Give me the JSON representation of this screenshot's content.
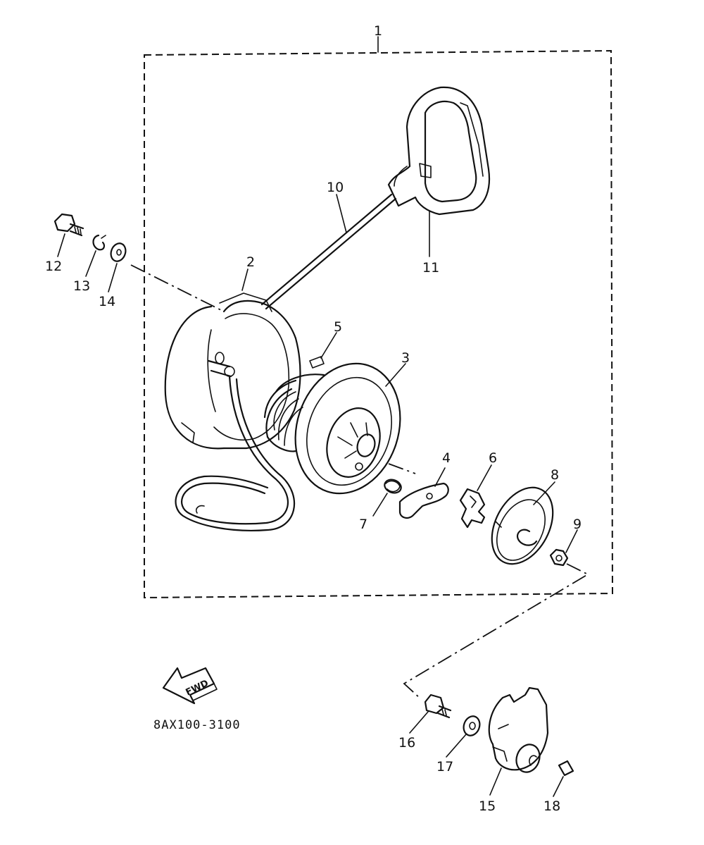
{
  "diagram": {
    "part_number": "8AX100-3100",
    "fwd_label": "FWD",
    "callouts": {
      "c1": "1",
      "c2": "2",
      "c3": "3",
      "c4": "4",
      "c5": "5",
      "c6": "6",
      "c7": "7",
      "c8": "8",
      "c9": "9",
      "c10": "10",
      "c11": "11",
      "c12": "12",
      "c13": "13",
      "c14": "14",
      "c15": "15",
      "c16": "16",
      "c17": "17",
      "c18": "18"
    }
  }
}
